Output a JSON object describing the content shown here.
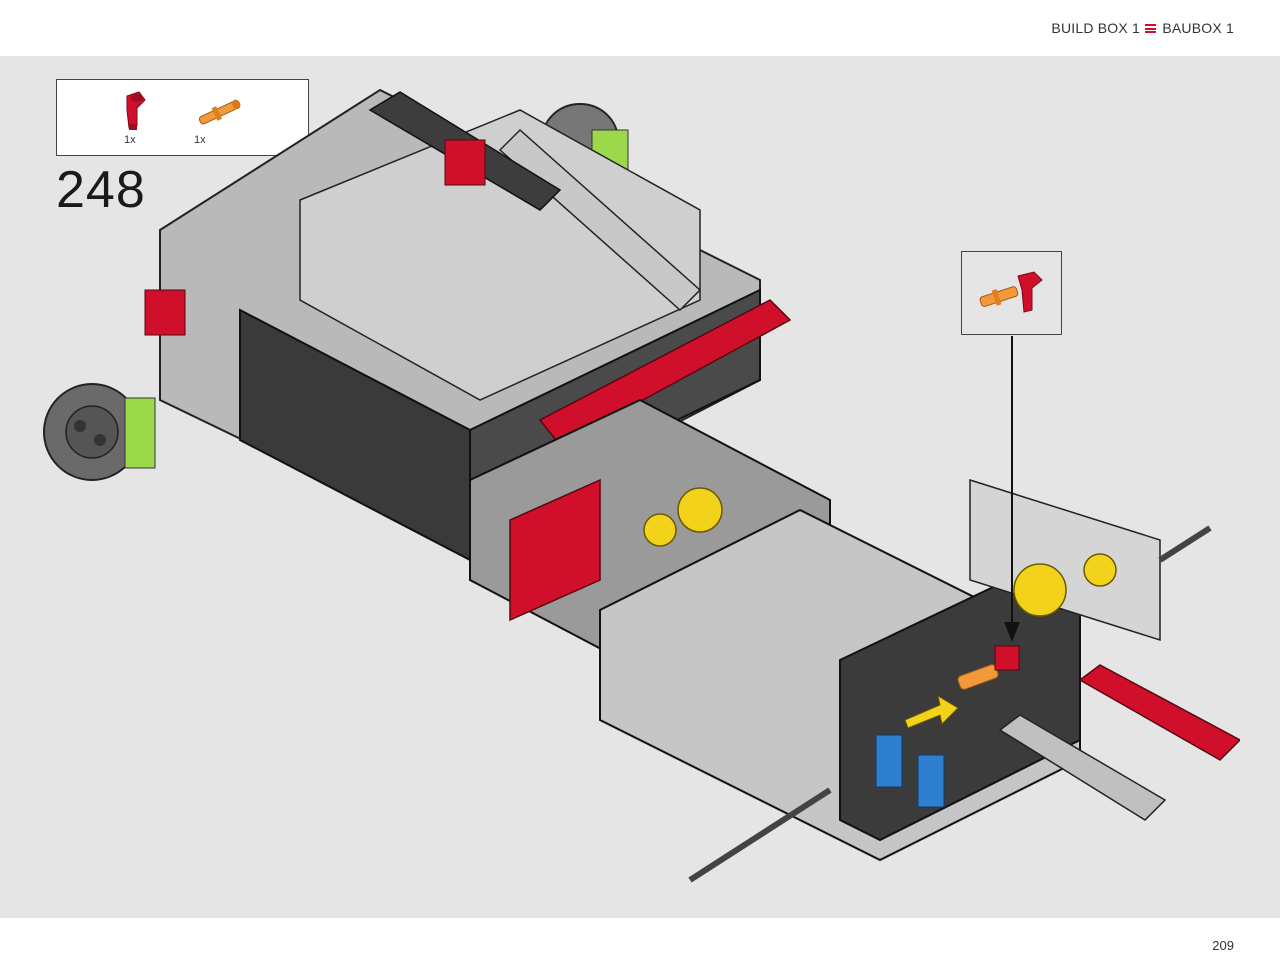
{
  "header": {
    "build_box": "BUILD BOX 1",
    "baubox": "BAUBOX 1",
    "accent_color": "#d0102b"
  },
  "parts_list": [
    {
      "icon": "red-angle-connector-icon",
      "qty": "1x",
      "color": "#d0102b"
    },
    {
      "icon": "orange-axle-pin-icon",
      "qty": "1x",
      "color": "#f29a3a"
    }
  ],
  "step": {
    "number": "248"
  },
  "callout": {
    "icon": "pin-with-angle-connector-icon"
  },
  "footer": {
    "page_number": "209"
  }
}
